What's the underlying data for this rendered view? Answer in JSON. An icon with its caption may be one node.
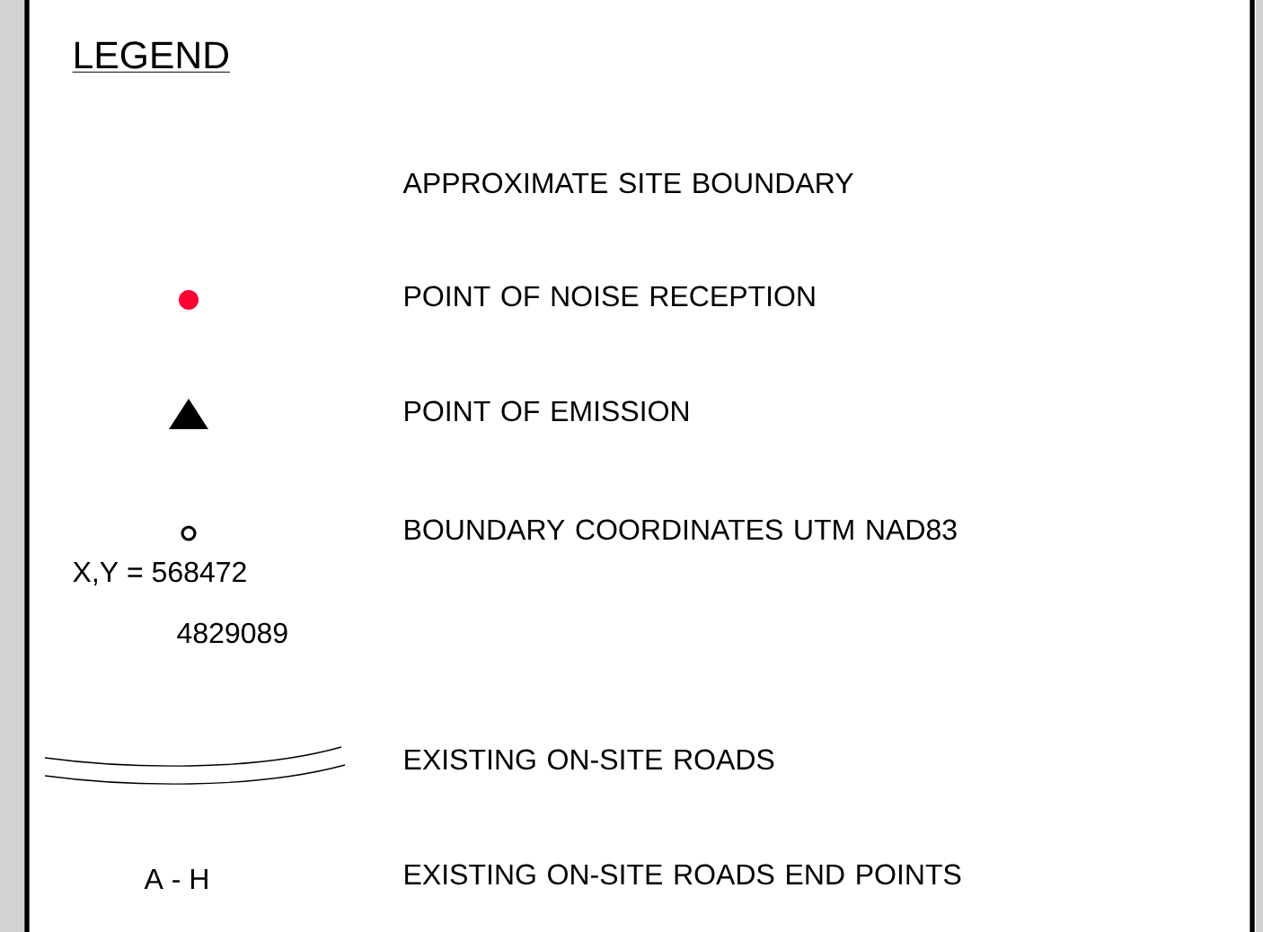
{
  "diagram": {
    "title": "LEGEND",
    "labels": [
      "X,Y = 568472",
      "4829089",
      "A - H"
    ],
    "legend": [
      {
        "text": "APPROXIMATE SITE BOUNDARY"
      },
      {
        "text": "POINT OF NOISE RECEPTION"
      },
      {
        "text": "POINT OF EMISSION"
      },
      {
        "text": "BOUNDARY COORDINATES UTM NAD83"
      },
      {
        "text": "EXISTING ON-SITE ROADS"
      },
      {
        "text": "EXISTING ON-SITE ROADS END POINTS"
      }
    ]
  }
}
